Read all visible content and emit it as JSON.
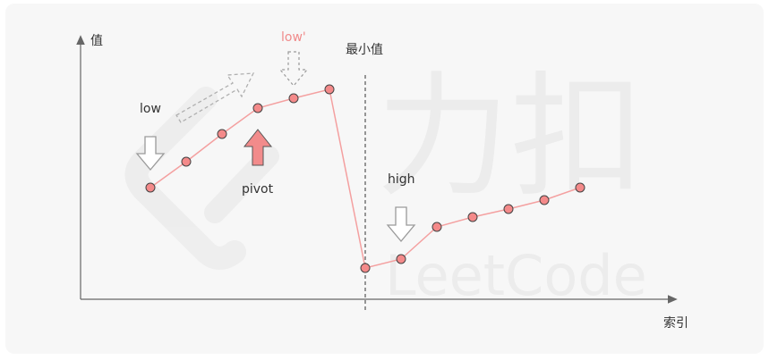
{
  "labels": {
    "y_axis": "值",
    "x_axis": "索引",
    "low": "low",
    "low_prime": "low'",
    "min_value": "最小值",
    "pivot": "pivot",
    "high": "high"
  },
  "watermark": {
    "text": "LeetCode",
    "chars": "力扣"
  },
  "colors": {
    "line": "#f4a0a0",
    "point_fill": "#f48a8a",
    "point_stroke": "#444444",
    "pivot_arrow": "#f28b8b",
    "outline_arrow": "#9a9a9a",
    "dashed_arrow": "#b0b0b0",
    "axis": "#666666",
    "background": "#f7f7f7"
  },
  "icons": {
    "low_arrow": "hollow-down-arrow",
    "low_prime_arrow": "dashed-down-arrow",
    "move_arrow": "dashed-diagonal-arrow",
    "pivot_arrow": "filled-up-arrow",
    "high_arrow": "hollow-down-arrow"
  }
}
